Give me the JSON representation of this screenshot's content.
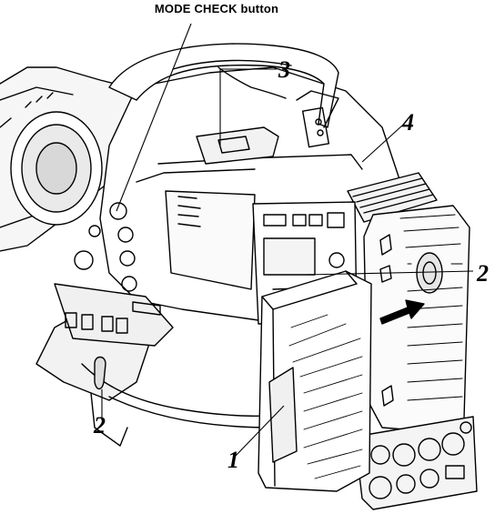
{
  "labels": {
    "mode_check": "MODE CHECK button",
    "callout_1": "1",
    "callout_2_right": "2",
    "callout_2_left": "2",
    "callout_3": "3",
    "callout_4": "4"
  }
}
